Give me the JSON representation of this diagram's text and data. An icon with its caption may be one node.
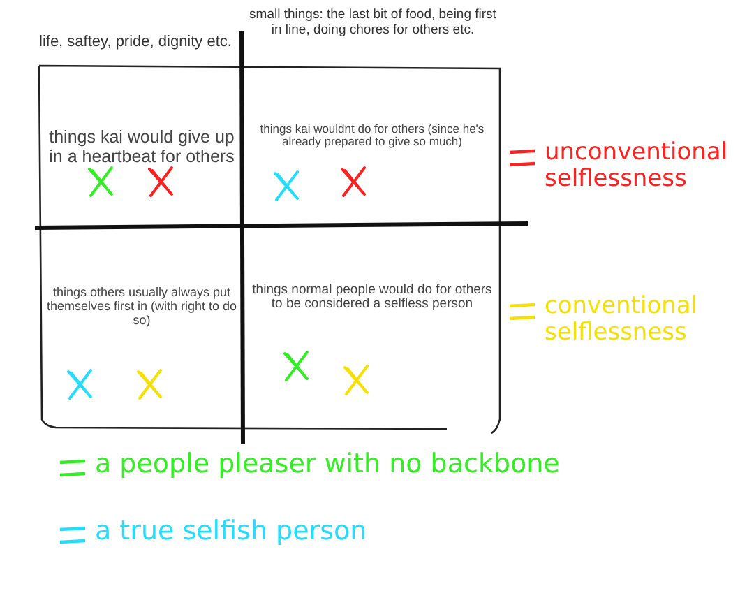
{
  "diagram": {
    "nodes": [
      {
        "text": [
          "things kai would give up in a heartbeat for others"
        ]
      },
      {
        "text": [
          "things kai wouldnt do for others (since he's already prepared to give so much)"
        ]
      },
      {
        "text": [
          "things others usually always put themselves first in (with right to do so)"
        ]
      },
      {
        "text": [
          "things normal people would do for others to be considered a selfless person"
        ]
      }
    ],
    "labels": [
      "life, saftey, pride, dignity etc.",
      "small things: the last bit of food, being first in line, doing chores for others etc."
    ],
    "legend": [
      {
        "text": "unconventional selflessness",
        "color": "#ff2020"
      },
      {
        "text": "conventional selflessness",
        "color": "#f5e000"
      },
      {
        "text": "a people pleaser with no backbone",
        "color": "#33ee22"
      },
      {
        "text": "a true selfish person",
        "color": "#22ddff"
      }
    ]
  }
}
